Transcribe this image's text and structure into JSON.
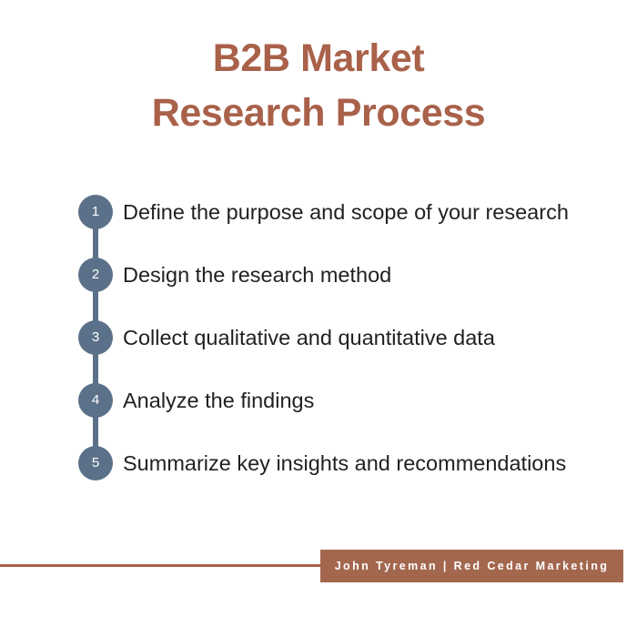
{
  "theme": {
    "background": "#ffffff",
    "accent_terracotta": "#A9614A",
    "footer_bar": "#A3674E",
    "step_marker": "#5B7189",
    "body_text": "#231F20",
    "marker_text": "#ffffff"
  },
  "title": {
    "line1": "B2B Market",
    "line2": "Research Process",
    "full": "B2B Market Research Process"
  },
  "steps": [
    {
      "number": "1",
      "label": "Define the purpose and scope of your research"
    },
    {
      "number": "2",
      "label": "Design the research method"
    },
    {
      "number": "3",
      "label": "Collect qualitative and quantitative data"
    },
    {
      "number": "4",
      "label": "Analyze the findings"
    },
    {
      "number": "5",
      "label": "Summarize key insights and recommendations"
    }
  ],
  "footer": {
    "credit": "John Tyreman | Red Cedar Marketing",
    "author": "John Tyreman",
    "separator": "|",
    "organization": "Red Cedar Marketing"
  }
}
